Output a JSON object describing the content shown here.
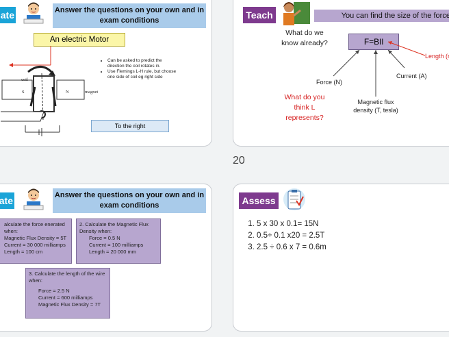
{
  "slide_number": "20",
  "slide1": {
    "badge": "ate",
    "banner": "Answer the questions on your own and in exam conditions",
    "motor_title": "An electric Motor",
    "label_coil": "coil",
    "label_s": "S",
    "label_n": "N",
    "label_magnet": "magnet",
    "bullets": [
      "Can be asked to predict the direction the coil rotates in.",
      "Use Flemings L-H rule, but choose one side of coil eg right side"
    ],
    "answer": "To the right"
  },
  "slide2": {
    "badge": "Teach",
    "banner": "You can find the size of the force!",
    "what_know": "What do we know already?",
    "formula": "F=BIl",
    "length_label": "Length (m",
    "force_label": "Force (N)",
    "current_label": "Current (A)",
    "flux_label": "Magnetic flux density (T, tesla)",
    "question_red": "What do you think L represents?"
  },
  "slide3": {
    "badge": "ate",
    "banner": "Answer the questions on your own and in exam conditions",
    "q1": {
      "title": "alculate the force enerated when:",
      "lines": [
        "Magnetic Flux Density = 5T",
        "Current = 30 000 milliamps",
        "Length = 100 cm"
      ]
    },
    "q2": {
      "title": "2. Calculate the Magnetic Flux Density when:",
      "lines": [
        "Force = 0.5 N",
        "Current = 100 milliamps",
        "Length = 20 000 mm"
      ]
    },
    "q3": {
      "title": "3. Calculate the length of the wire when:",
      "lines": [
        "Force = 2.5 N",
        "Current = 600 milliamps",
        "Magnetic Flux Density  = 7T"
      ]
    }
  },
  "slide4": {
    "badge": "Assess",
    "answers": [
      "5 x 30 x 0.1= 15N",
      "0.5÷ 0.1 x20 = 2.5T",
      "2.5 ÷ 0.6 x 7 = 0.6m"
    ]
  },
  "colors": {
    "badge": "#7e3a8e",
    "banner_blue": "#a9cbea",
    "banner_purple": "#b7a6cf",
    "question_red": "#d62020"
  }
}
